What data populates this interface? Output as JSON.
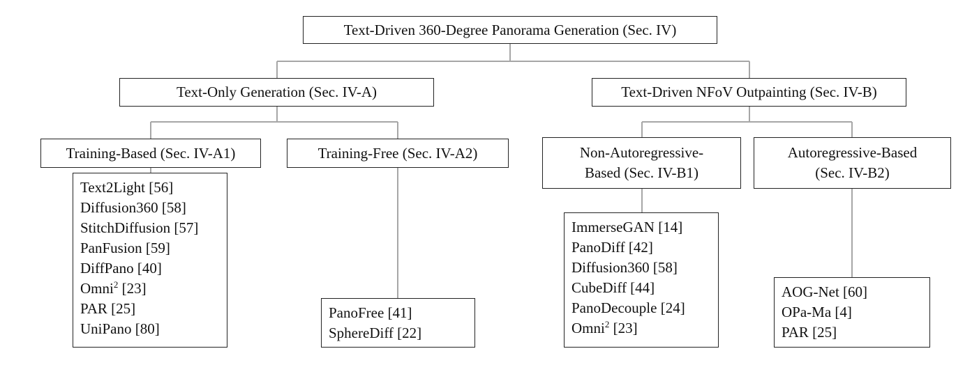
{
  "root": {
    "label": "Text-Driven 360-Degree Panorama Generation (Sec. IV)"
  },
  "text_only": {
    "label": "Text-Only Generation (Sec. IV-A)"
  },
  "nfov": {
    "label": "Text-Driven NFoV Outpainting (Sec. IV-B)"
  },
  "training_based": {
    "label": "Training-Based (Sec. IV-A1)",
    "items": [
      "Text2Light [56]",
      "Diffusion360 [58]",
      "StitchDiffusion [57]",
      "PanFusion [59]",
      "DiffPano [40]",
      "Omni",
      "PAR [25]",
      "UniPano [80]"
    ],
    "omni_sup": "2",
    "omni_ref": " [23]"
  },
  "training_free": {
    "label": "Training-Free (Sec. IV-A2)",
    "items": [
      "PanoFree [41]",
      "SphereDiff [22]"
    ]
  },
  "non_autoregressive": {
    "label_line1": "Non-Autoregressive-",
    "label_line2": "Based (Sec. IV-B1)",
    "items": [
      "ImmerseGAN [14]",
      "PanoDiff [42]",
      "Diffusion360 [58]",
      "CubeDiff [44]",
      "PanoDecouple [24]",
      "Omni"
    ],
    "omni_sup": "2",
    "omni_ref": " [23]"
  },
  "autoregressive": {
    "label_line1": "Autoregressive-Based",
    "label_line2": "(Sec. IV-B2)",
    "items": [
      "AOG-Net [60]",
      "OPa-Ma [4]",
      "PAR [25]"
    ]
  },
  "colors": {
    "connector": "#a6a6a6",
    "border": "#222222"
  }
}
